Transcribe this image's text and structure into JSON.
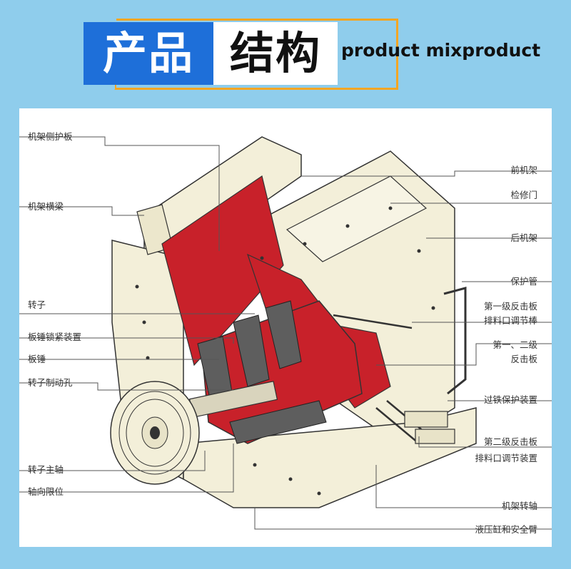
{
  "header": {
    "title_part1": "产品",
    "title_part2": "结构",
    "subtitle": "product mixproduct"
  },
  "colors": {
    "background": "#8fcdec",
    "title_blue": "#1e6fd9",
    "accent_orange": "#f5a623",
    "frame_cream": "#f3efd9",
    "rotor_red": "#c8212a",
    "hammer_gray": "#5e5e5e"
  },
  "labels_left": [
    "机架侧护板",
    "机架横梁",
    "转子",
    "板锤锁紧装置",
    "板锤",
    "转子制动孔",
    "转子主轴",
    "轴向限位"
  ],
  "labels_right": [
    "前机架",
    "检修门",
    "后机架",
    "保护管",
    "第一级反击板",
    "排料口调节棒",
    "第一、二级",
    "反击板",
    "过铁保护装置",
    "第二级反击板",
    "排料口调节装置",
    "机架转轴",
    "液压缸和安全臂"
  ]
}
